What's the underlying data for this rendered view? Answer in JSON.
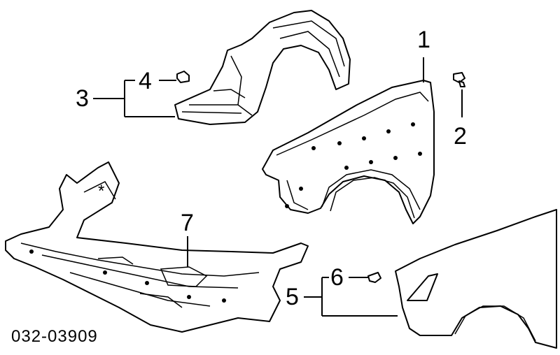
{
  "diagram": {
    "code": "032-03909",
    "asterisk": "*",
    "callouts": [
      {
        "id": "1",
        "label": "1"
      },
      {
        "id": "2",
        "label": "2"
      },
      {
        "id": "3",
        "label": "3"
      },
      {
        "id": "4",
        "label": "4"
      },
      {
        "id": "5",
        "label": "5"
      },
      {
        "id": "6",
        "label": "6"
      },
      {
        "id": "7",
        "label": "7"
      }
    ],
    "colors": {
      "ink": "#000000",
      "paper": "#ffffff"
    }
  }
}
